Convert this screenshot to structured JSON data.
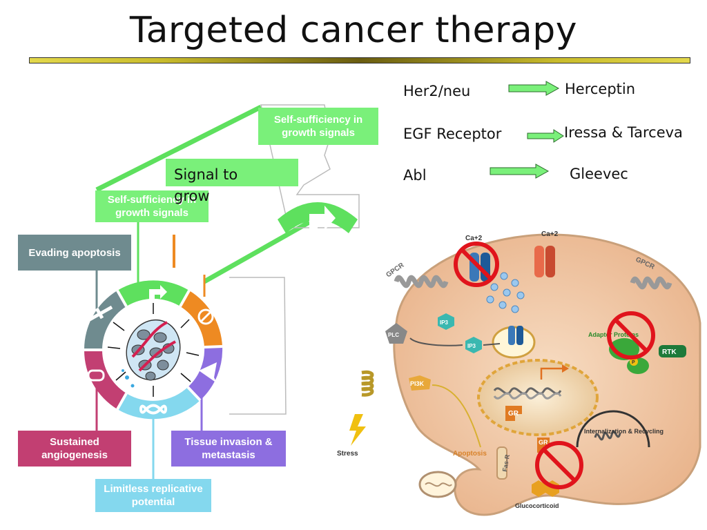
{
  "slide": {
    "title": "Targeted cancer therapy"
  },
  "drug_targets": [
    {
      "target": "Her2/neu",
      "drug": "Herceptin"
    },
    {
      "target": "EGF Receptor",
      "drug": "Iressa & Tarceva"
    },
    {
      "target": "Abl",
      "drug": "Gleevec"
    }
  ],
  "hallmarks": {
    "self_sufficiency_top": "Self-sufficiency in growth signals",
    "self_sufficiency_left": "Self-sufficiency in growth signals",
    "evading_apoptosis": "Evading apoptosis",
    "sustained_angiogenesis": "Sustained angiogenesis",
    "tissue_invasion": "Tissue invasion & metastasis",
    "limitless_replicative": "Limitless replicative potential"
  },
  "callout": {
    "signal_to_grow": "Signal to grow"
  },
  "cell_diagram": {
    "labels": {
      "ca_left": "Ca+2",
      "ca_right": "Ca+2",
      "gpcr_left": "GPCR",
      "gpcr_right": "GPCR",
      "plc": "PLC",
      "ip3_top": "IP3",
      "ip3_bottom": "IP3",
      "pi3k": "PI3K",
      "adaptor": "Adaptor Proteins",
      "rtk": "RTK",
      "gr_nucleus": "GR",
      "gr_cyto": "GR",
      "internalization": "Internalization & Recycling",
      "stress": "Stress",
      "apoptosis": "Apoptosis",
      "fas_r": "Fas-R",
      "glucocorticoid": "Glucocorticoid",
      "p": "P"
    }
  },
  "colors": {
    "green_box": "#7af07a",
    "hallmark_green": "#5ee05e",
    "evading": "#6f8b8f",
    "angiogenesis": "#c23f72",
    "invasion": "#8d6ee0",
    "replicative": "#84d8ee",
    "orange": "#ee8a22",
    "prohibit_red": "#e0141c",
    "cell_fill": "#f1c9a6"
  }
}
